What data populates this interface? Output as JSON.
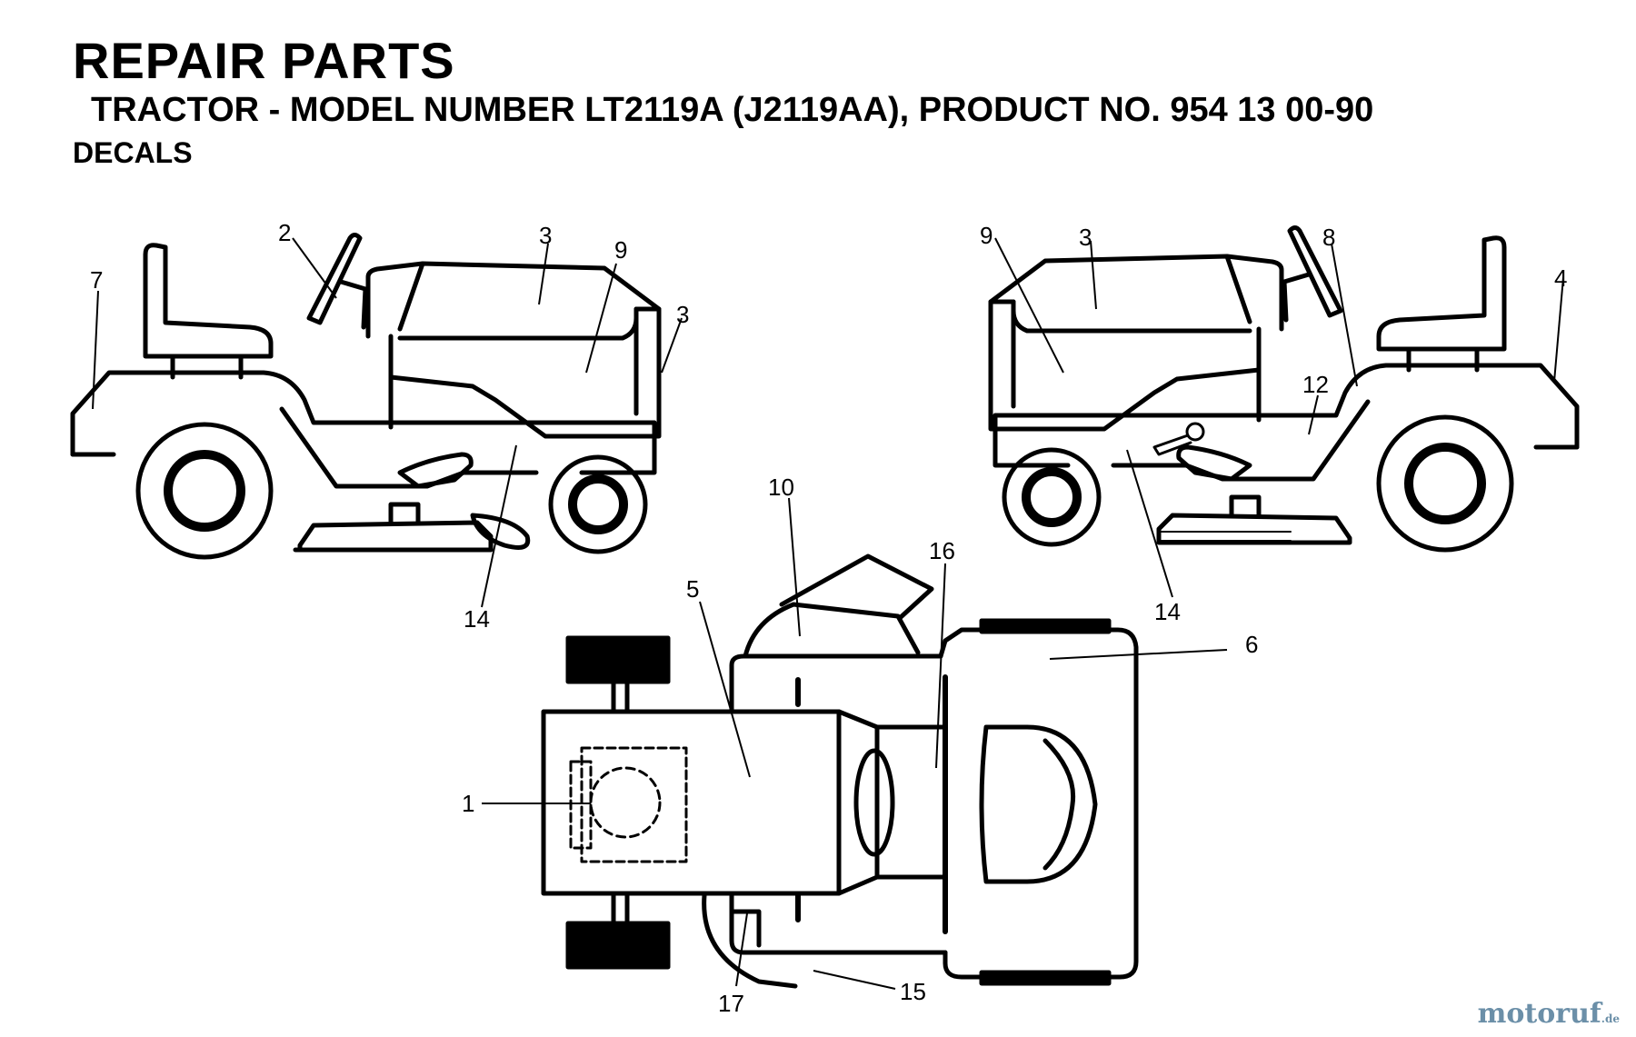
{
  "header": {
    "title": "REPAIR PARTS",
    "subtitle": "TRACTOR - MODEL NUMBER LT2119A (J2119AA), PRODUCT NO. 954 13 00-90",
    "section": "DECALS"
  },
  "callouts": {
    "left_view": [
      "2",
      "3",
      "9",
      "3",
      "7",
      "14"
    ],
    "right_view": [
      "9",
      "3",
      "8",
      "4",
      "12",
      "14"
    ],
    "top_view": [
      "10",
      "16",
      "5",
      "6",
      "1",
      "17",
      "15"
    ]
  },
  "watermark": {
    "brand": "motoruf",
    "suffix": ".de"
  }
}
